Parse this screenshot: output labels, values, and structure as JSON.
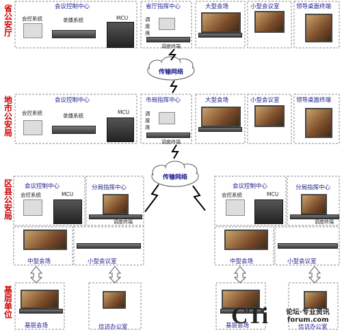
{
  "levels": {
    "province": "省公安厅",
    "city": "地市公安局",
    "county": "区县公安局",
    "base": "基层单位"
  },
  "province": {
    "control_center": "会议控制中心",
    "conf_control_system": "会控系统",
    "recording_system": "录播系统",
    "mcu": "MCU",
    "command_center": "省厅指挥中心",
    "dispatch_seat": "调度席",
    "dispatch_terminal": "调度终端",
    "large_venue": "大型会场",
    "small_room": "小型会议室",
    "leader_terminal": "领导桌面终端"
  },
  "network_label_1": "传输网络",
  "city": {
    "control_center": "会议控制中心",
    "conf_control_system": "会控系统",
    "recording_system": "录播系统",
    "mcu": "MCU",
    "command_center": "市局指挥中心",
    "dispatch_seat": "调度席",
    "dispatch_terminal": "调度终端",
    "large_venue": "大型会场",
    "small_room": "小型会议室",
    "leader_terminal": "领导桌面终端"
  },
  "network_label_2": "传输网络",
  "county_left": {
    "control_center": "会议控制中心",
    "conf_control_system": "会控系统",
    "mcu": "MCU",
    "branch_command": "分局指挥中心",
    "dispatch_terminal": "调度终端",
    "medium_venue": "中型会场",
    "small_room": "小型会议室"
  },
  "county_right": {
    "control_center": "会议控制中心",
    "conf_control_system": "会控系统",
    "mcu": "MCU",
    "branch_command": "分局指挥中心",
    "dispatch_terminal": "调度终端",
    "medium_venue": "中型会场",
    "small_room": "小型会议室"
  },
  "base_left": {
    "venue": "基层会场",
    "petition_office": "信访办公室"
  },
  "base_right": {
    "venue": "基层会场",
    "petition_office": "信访办公室"
  },
  "watermark": {
    "logo": "CTi",
    "line1": "论坛·专业资讯",
    "line2": "forum.com"
  }
}
